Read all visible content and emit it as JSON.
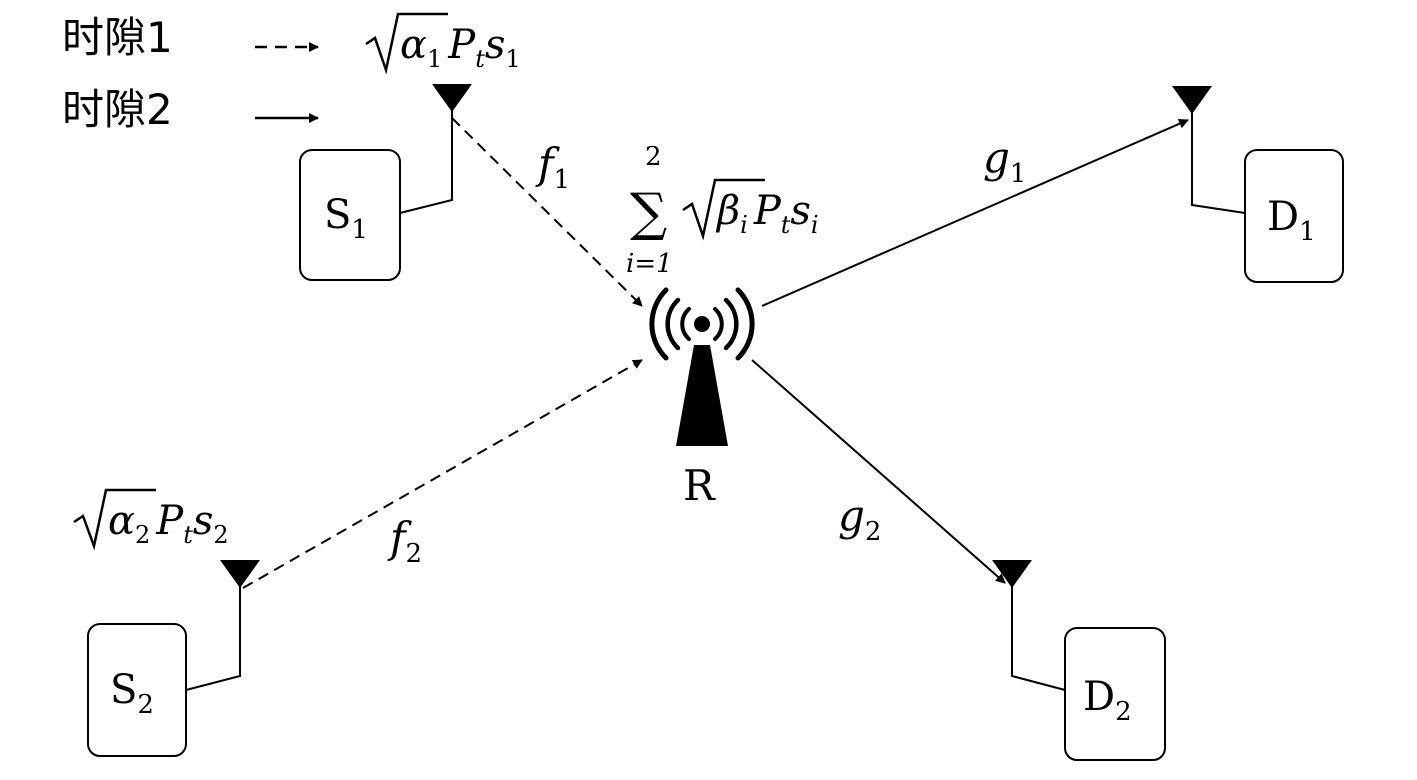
{
  "legend": {
    "slot1_label": "时隙1",
    "slot2_label": "时隙2",
    "slot1_style": "dashed-arrow",
    "slot2_style": "solid-arrow"
  },
  "nodes": {
    "s1": {
      "letter": "S",
      "index": "1"
    },
    "s2": {
      "letter": "S",
      "index": "2"
    },
    "d1": {
      "letter": "D",
      "index": "1"
    },
    "d2": {
      "letter": "D",
      "index": "2"
    },
    "relay": {
      "label": "R",
      "icon": "relay-antenna-icon"
    }
  },
  "channels": {
    "f1": {
      "sym": "f",
      "index": "1"
    },
    "f2": {
      "sym": "f",
      "index": "2"
    },
    "g1": {
      "sym": "g",
      "index": "1"
    },
    "g2": {
      "sym": "g",
      "index": "2"
    }
  },
  "signals": {
    "s1": {
      "coef": "α",
      "coef_index": "1",
      "power": "P",
      "power_index": "t",
      "symbol": "s",
      "symbol_index": "1"
    },
    "s2": {
      "coef": "α",
      "coef_index": "2",
      "power": "P",
      "power_index": "t",
      "symbol": "s",
      "symbol_index": "2"
    },
    "relay": {
      "sum_sign": "∑",
      "upper": "2",
      "lower": "i=1",
      "coef": "β",
      "coef_index": "i",
      "power": "P",
      "power_index": "t",
      "symbol": "s",
      "symbol_index": "i"
    }
  },
  "colors": {
    "ink": "#000000",
    "background": "#ffffff"
  }
}
